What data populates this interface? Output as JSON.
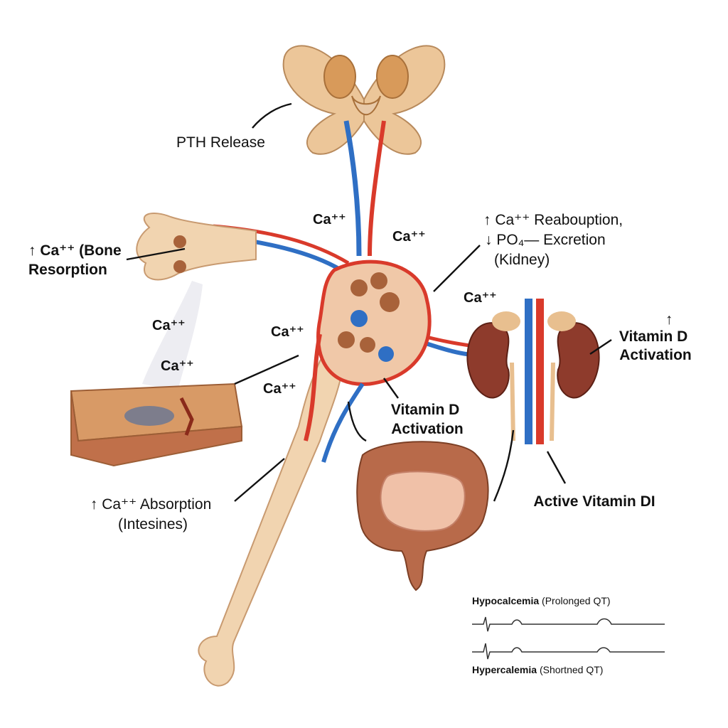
{
  "labels": {
    "pth_release": "PTH Release",
    "bone_resorption": [
      "↑ Ca⁺⁺ (Bone",
      "Resorption"
    ],
    "kidney_reabsorption": [
      "↑ Ca⁺⁺ Reabouption,",
      "↓ PO₄— Excretion",
      "(Kidney)"
    ],
    "vitamin_d_kidney": [
      "↑",
      "Vitamin D",
      "Activation"
    ],
    "vitamin_d_center": [
      "Vitamin D",
      "Activation"
    ],
    "active_vitamin_d": "Active Vitamin DI",
    "intestine_absorption": [
      "↑ Ca⁺⁺ Absorption",
      "(Intesines)"
    ]
  },
  "ions": [
    "Ca⁺⁺",
    "Ca⁺⁺",
    "Ca⁺⁺",
    "Ca⁺⁺",
    "Ca⁺⁺",
    "Ca⁺⁺",
    "Ca⁺⁺"
  ],
  "ecg": {
    "hypo_bold": "Hypocalcemia",
    "hypo_rest": " (Prolonged QT)",
    "hyper_bold": "Hypercalemia",
    "hyper_rest": " (Shortned QT)"
  },
  "colors": {
    "bone": "#f1d4b0",
    "artery": "#d93a2b",
    "vein": "#2f6fc4",
    "kidney": "#8e3b2c",
    "intestine": "#b86a4a",
    "gland": "#e8bf8f"
  }
}
